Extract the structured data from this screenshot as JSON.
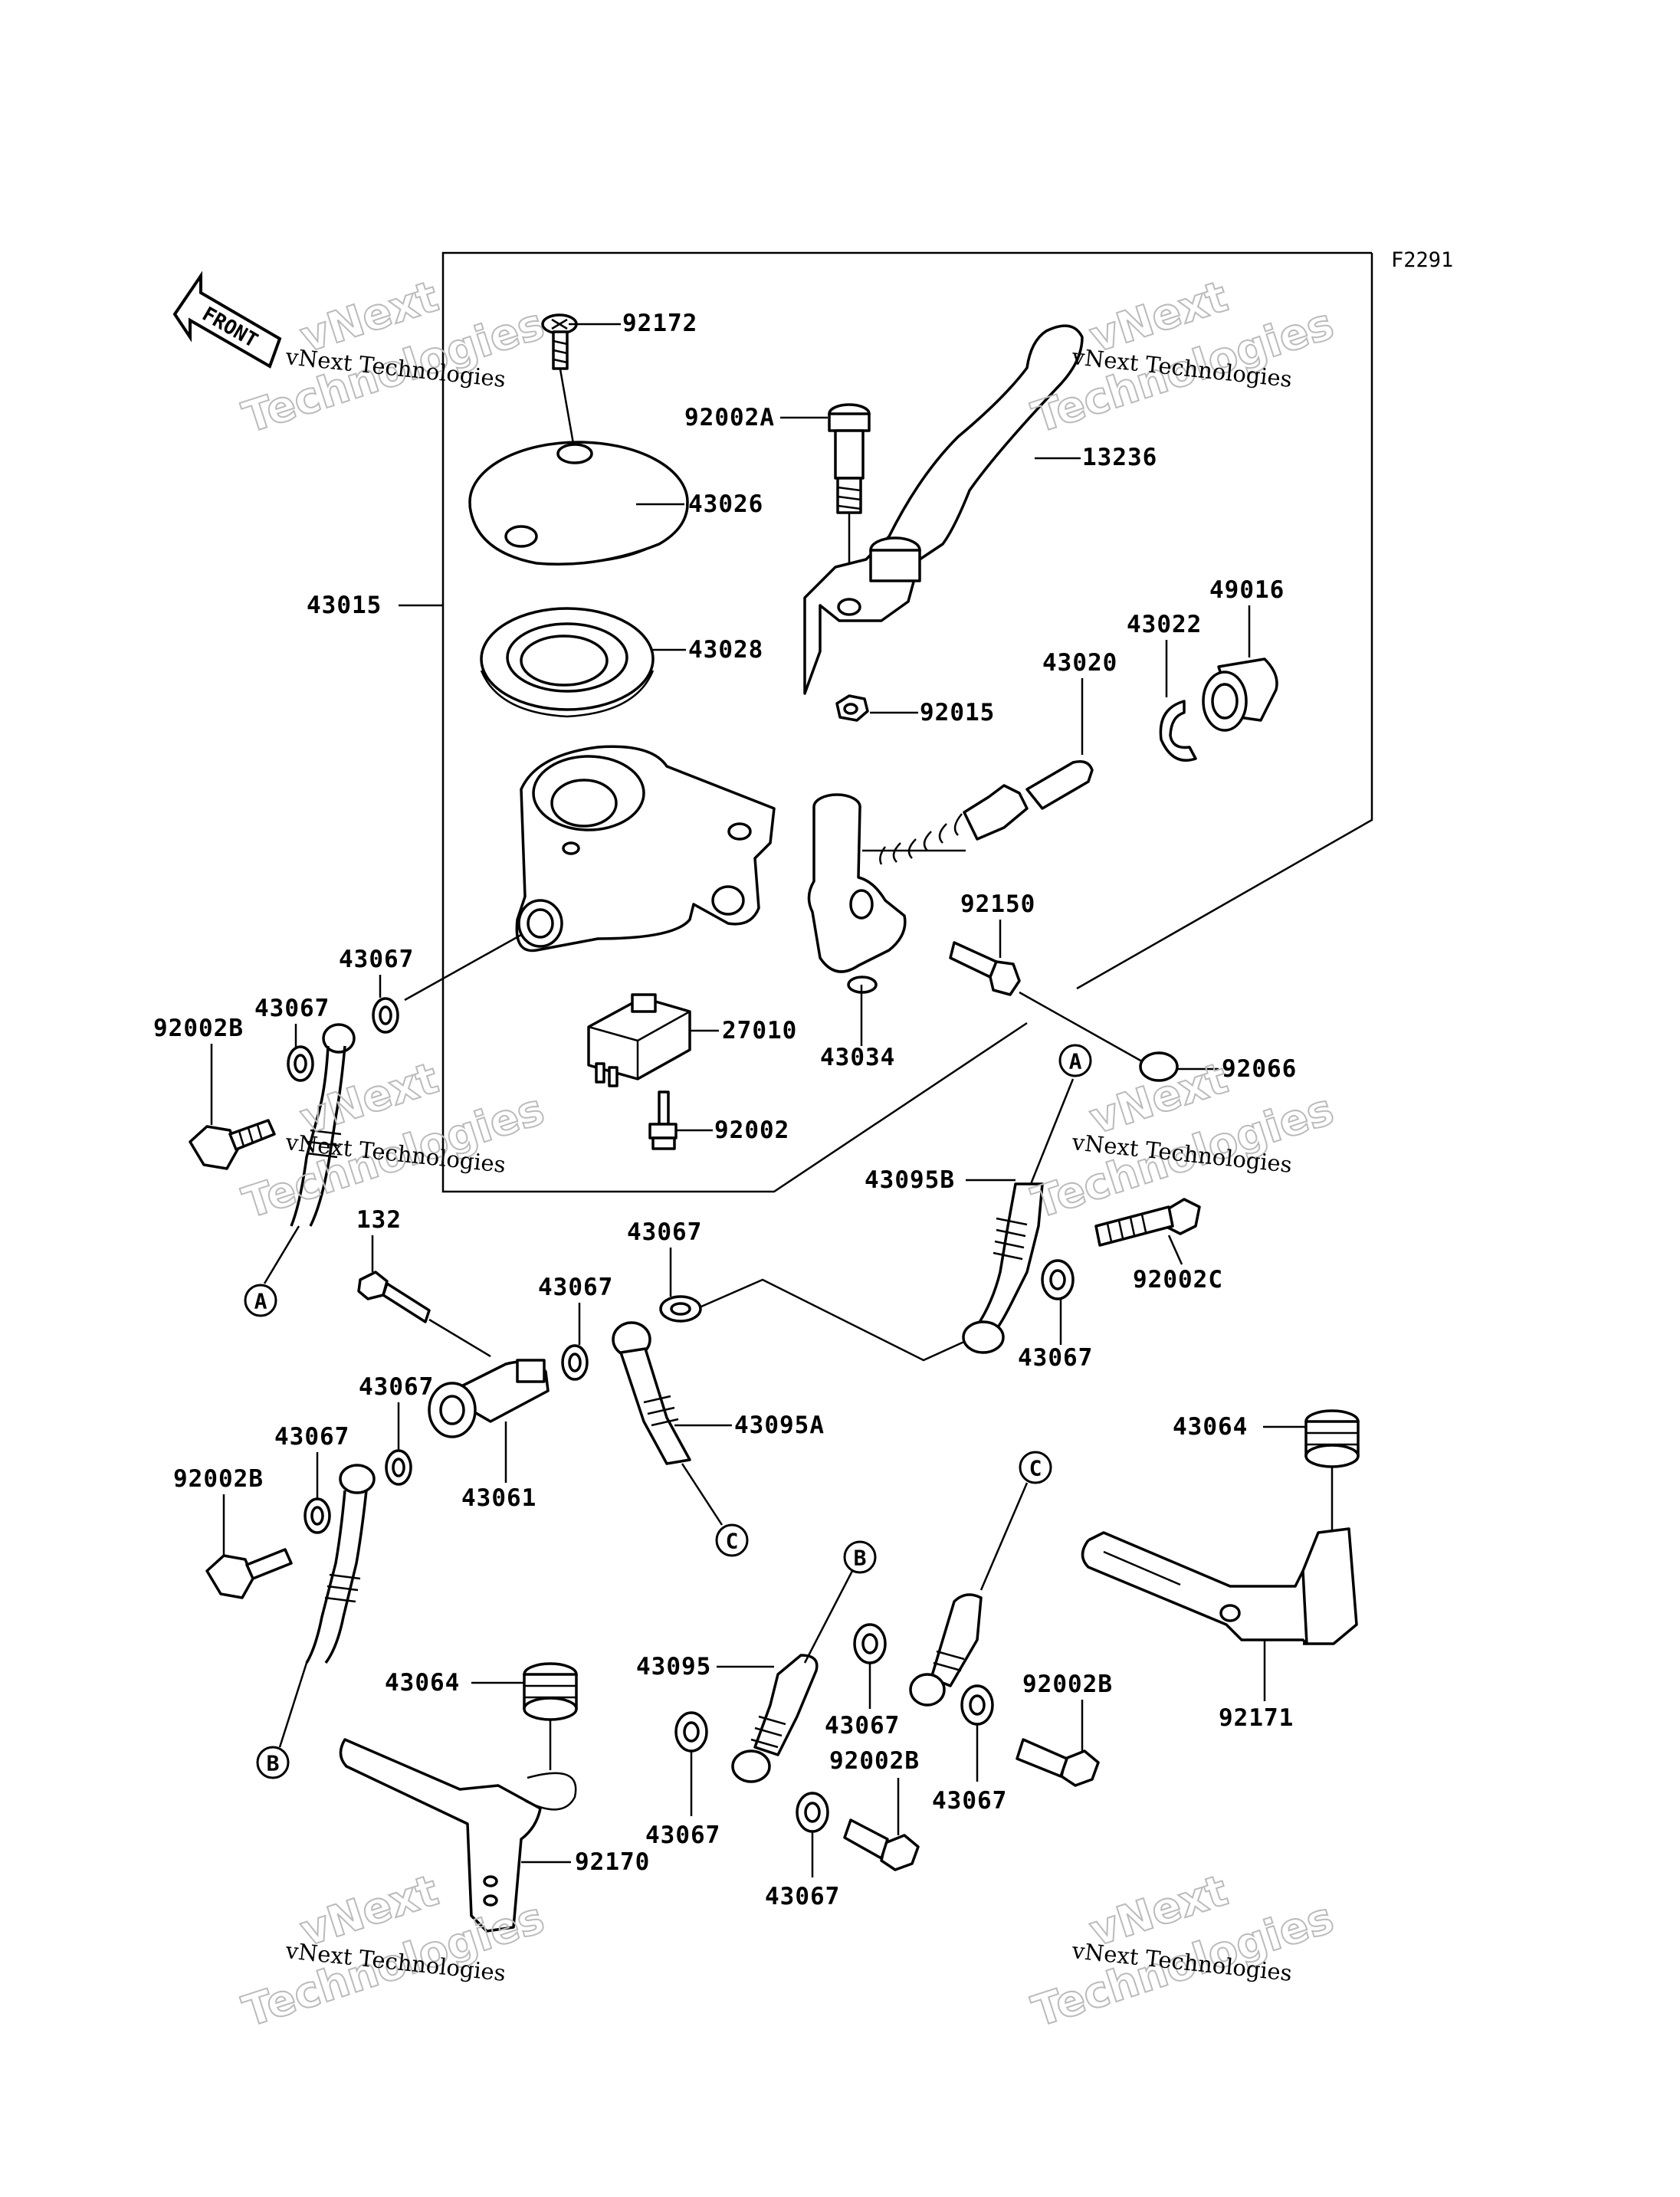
{
  "figure_id": "F2291",
  "front_label": "FRONT",
  "watermark": {
    "line1": "vNext Technologies",
    "line2a": "vNext",
    "line2b": "Technologies"
  },
  "parts": {
    "p92172": "92172",
    "p92002A": "92002A",
    "p13236": "13236",
    "p43026": "43026",
    "p43015": "43015",
    "p43028": "43028",
    "p49016": "49016",
    "p43022": "43022",
    "p43020": "43020",
    "p92015": "92015",
    "p92150": "92150",
    "p43067_a": "43067",
    "p43067_b": "43067",
    "p92002B_a": "92002B",
    "p27010": "27010",
    "p43034": "43034",
    "p92066": "92066",
    "p92002": "92002",
    "p43095B": "43095B",
    "p132": "132",
    "p43067_c": "43067",
    "p43067_d": "43067",
    "p92002C": "92002C",
    "p43067_e": "43067",
    "p43067_f": "43067",
    "p43095A": "43095A",
    "p43067_g": "43067",
    "p43061": "43061",
    "p92002B_b": "92002B",
    "p43064_a": "43064",
    "p43064_b": "43064",
    "p43095": "43095",
    "p43067_h": "43067",
    "p92002B_c": "92002B",
    "p92002B_d": "92002B",
    "p43067_i": "43067",
    "p43067_j": "43067",
    "p43067_k": "43067",
    "p92171": "92171",
    "p92170": "92170"
  },
  "callouts": {
    "A1": "A",
    "A2": "A",
    "B1": "B",
    "B2": "B",
    "C1": "C",
    "C2": "C"
  }
}
